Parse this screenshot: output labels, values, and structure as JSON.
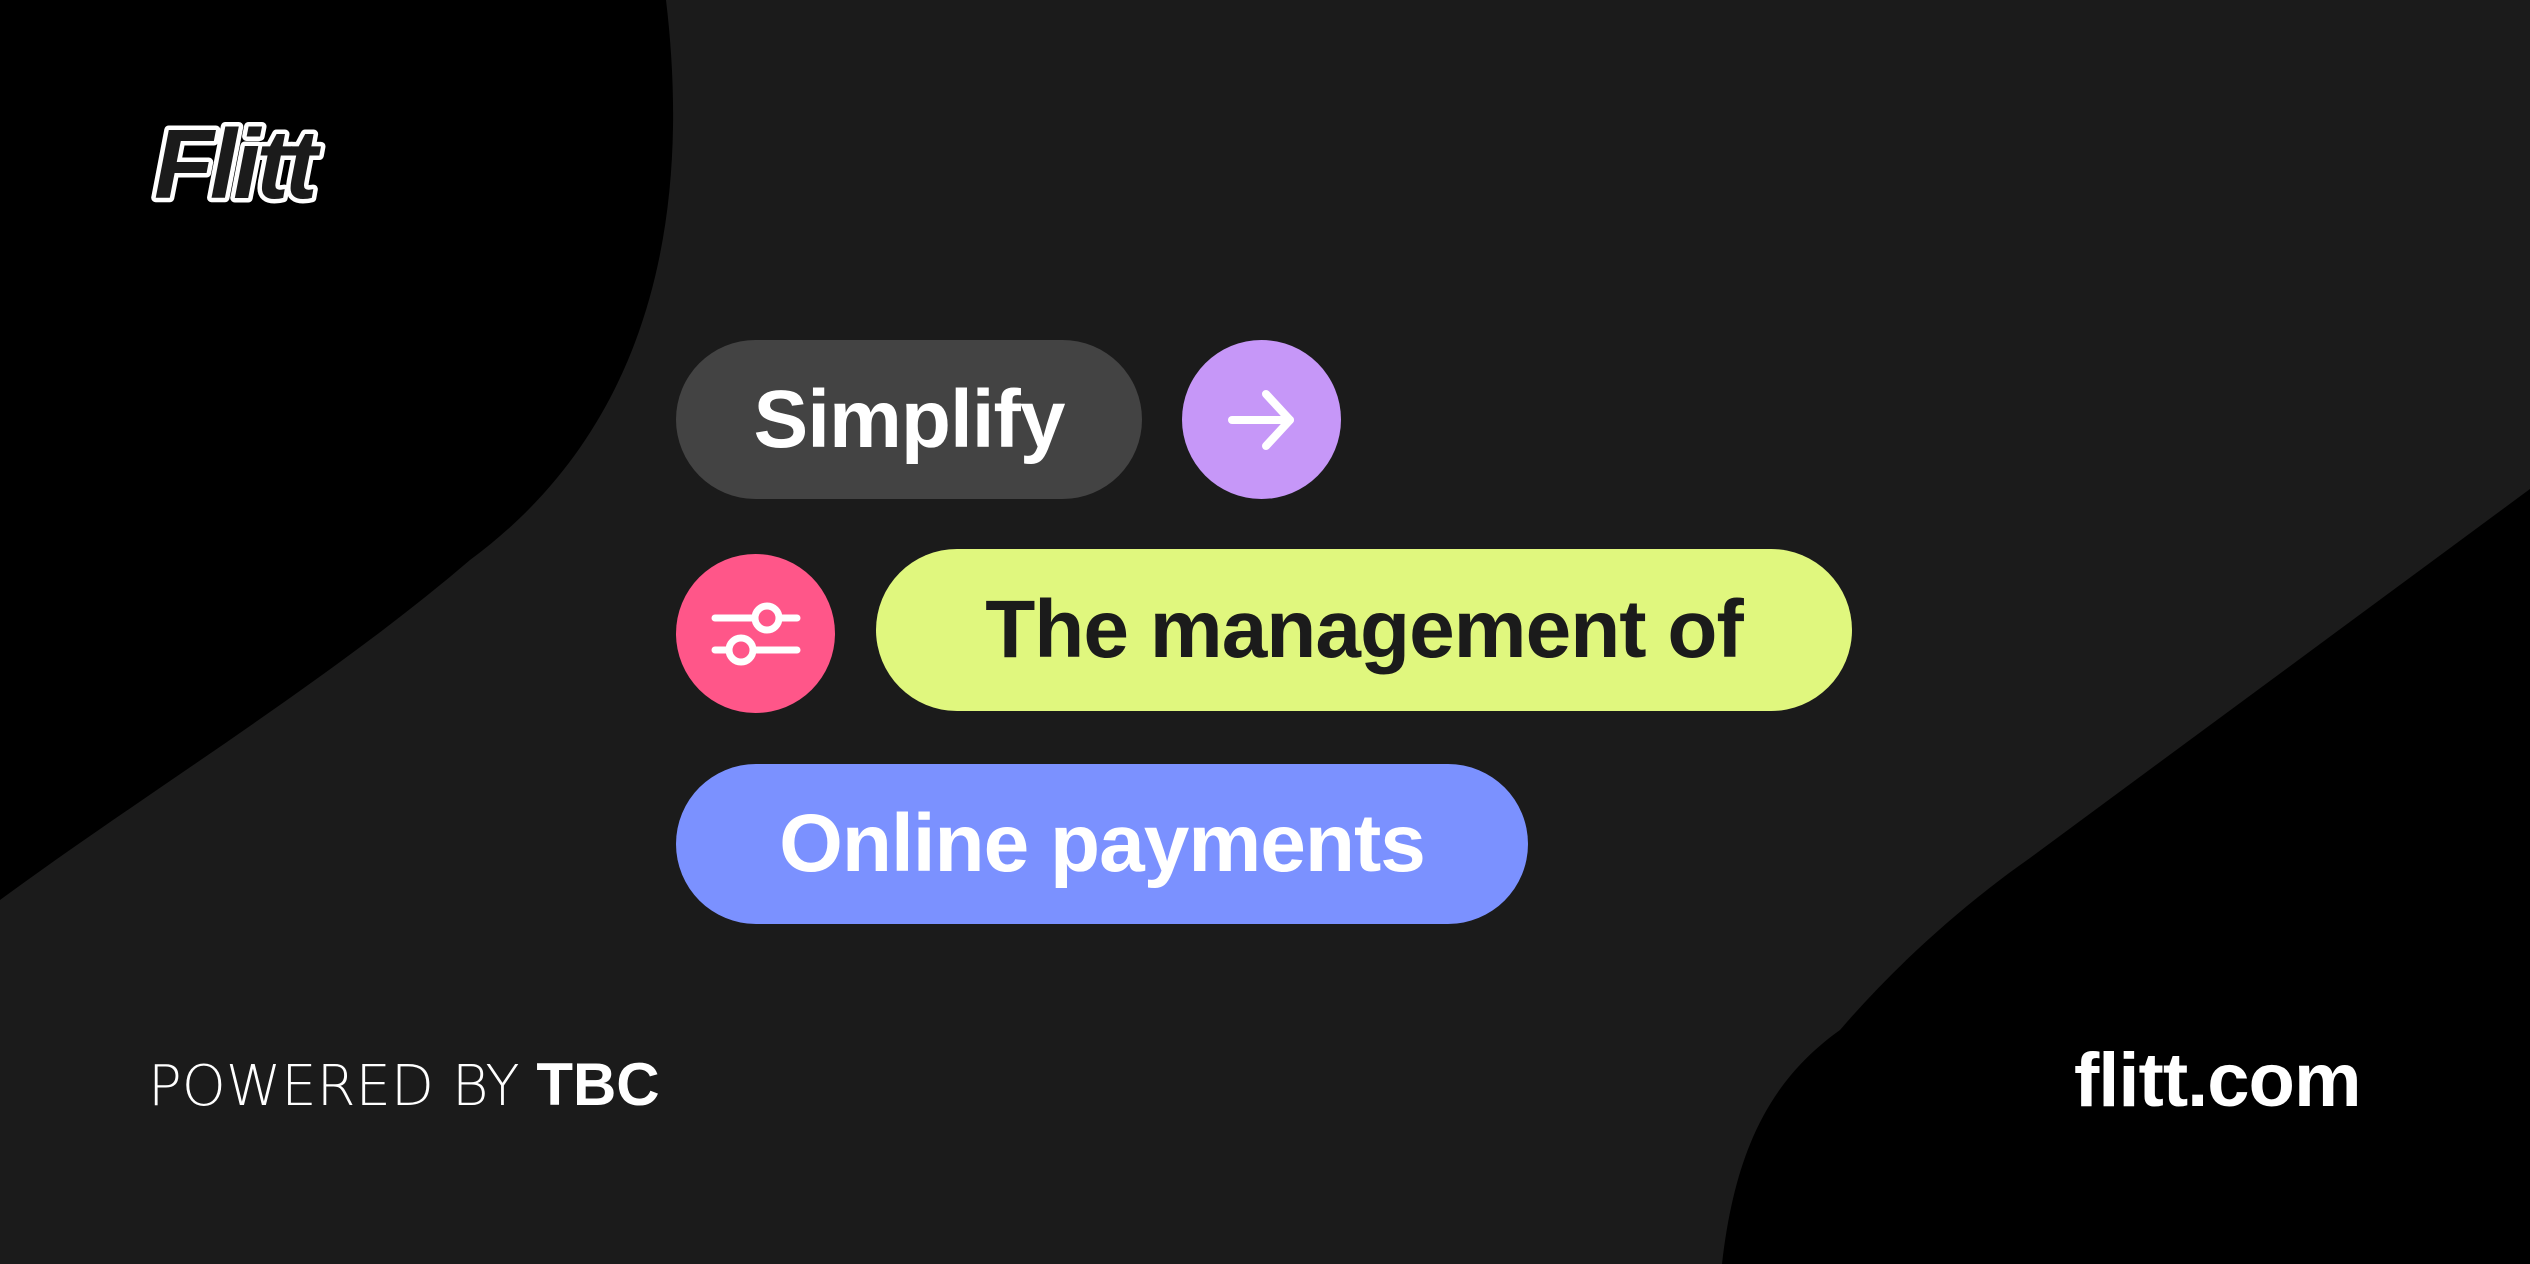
{
  "brand": {
    "logo_text": "Flitt",
    "colors": {
      "background": "#1b1b1b",
      "shape": "#000000",
      "pill_dark": "#434343",
      "pill_purple": "#c697f8",
      "pill_pink": "#ff5689",
      "pill_lime": "#e0f77e",
      "pill_blue": "#7b91ff"
    }
  },
  "headline": {
    "line1": "Simplify",
    "line2": "The management of",
    "line3": "Online payments"
  },
  "icons": {
    "arrow": "arrow-right-icon",
    "filter": "sliders-icon"
  },
  "footer": {
    "powered_prefix": "POWERED BY",
    "powered_brand": "TBC",
    "website": "flitt.com"
  }
}
